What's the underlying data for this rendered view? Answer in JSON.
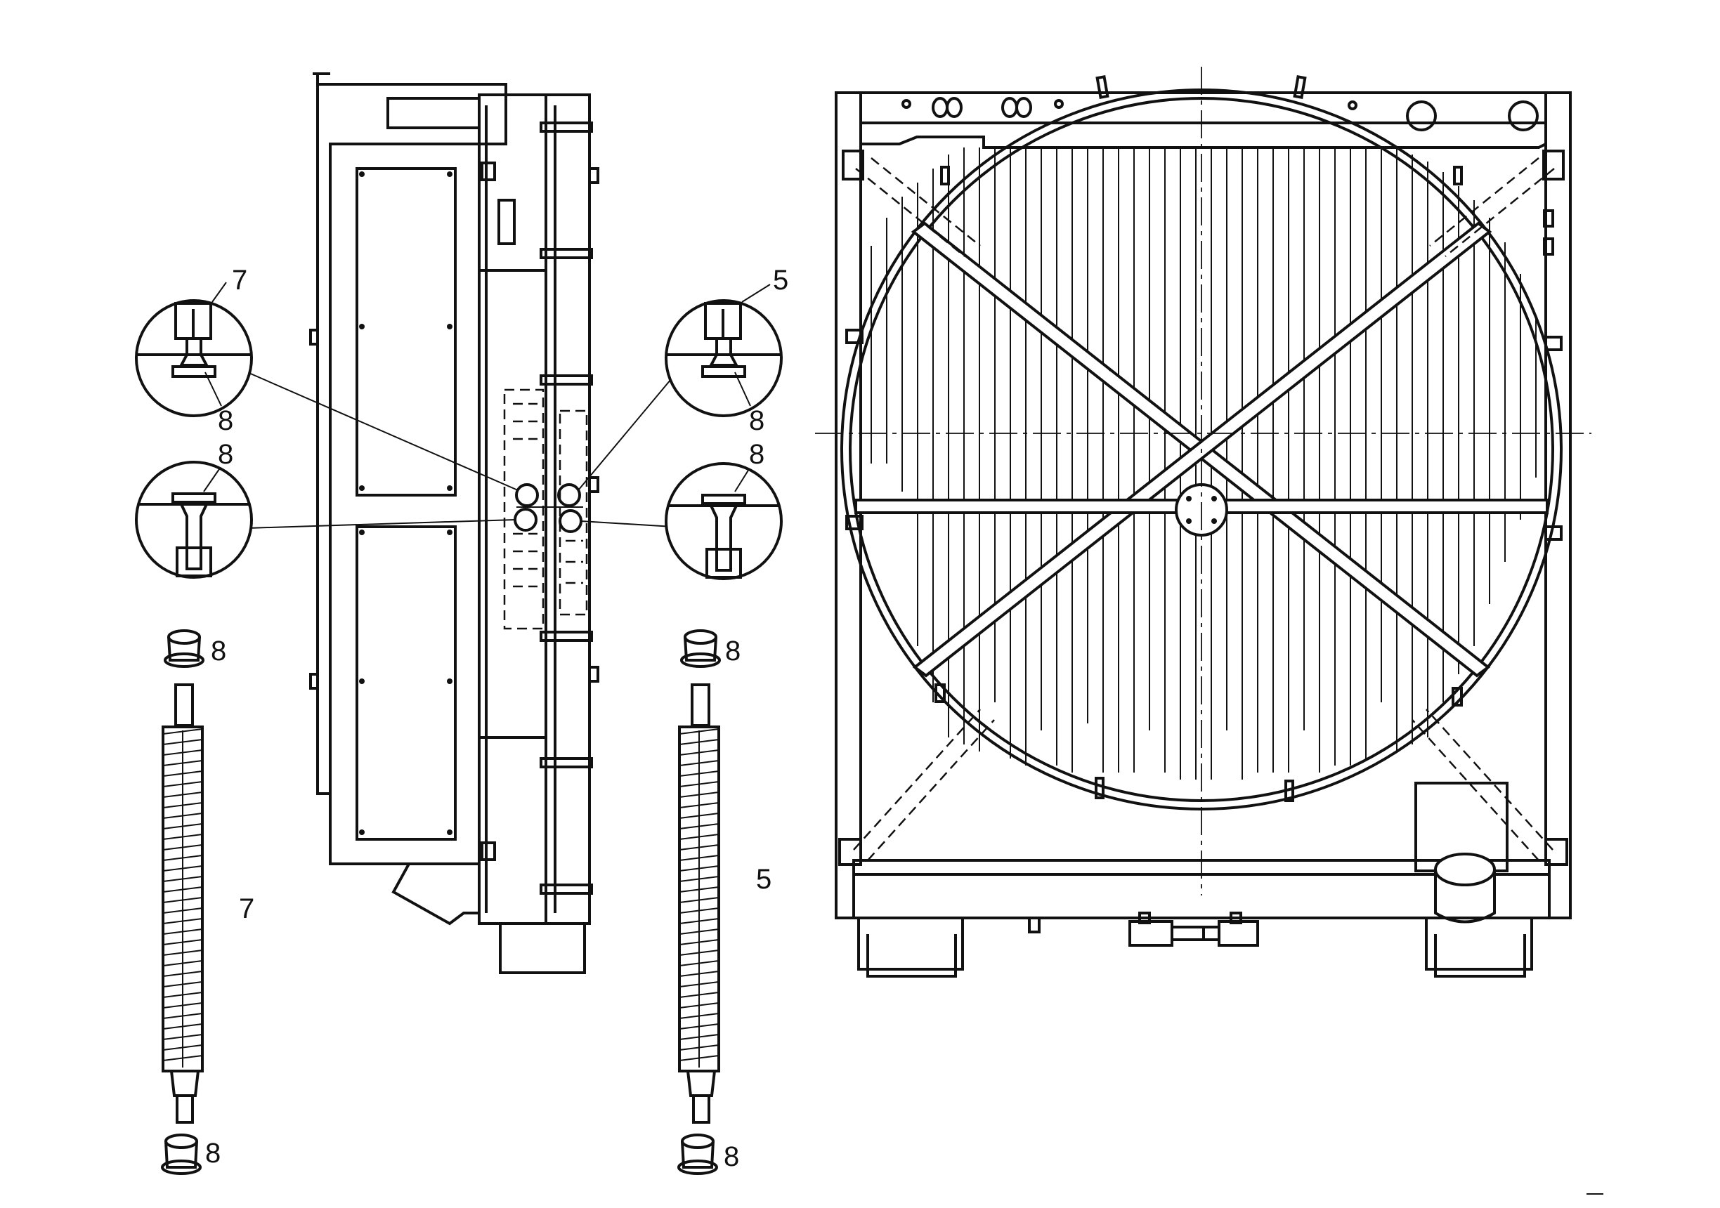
{
  "colors": {
    "ink": "#111111",
    "paper": "#ffffff"
  },
  "labels": {
    "detail_top_left_part": "7",
    "detail_top_left_seal": "8",
    "detail_bottom_left_seal": "8",
    "detail_top_right_part": "5",
    "detail_top_right_seal": "8",
    "detail_bottom_right_seal": "8",
    "left_grommet_top": "8",
    "left_grommet_bottom": "8",
    "left_tube": "7",
    "right_grommet_top": "8",
    "right_grommet_bottom": "8",
    "right_tube": "5"
  }
}
